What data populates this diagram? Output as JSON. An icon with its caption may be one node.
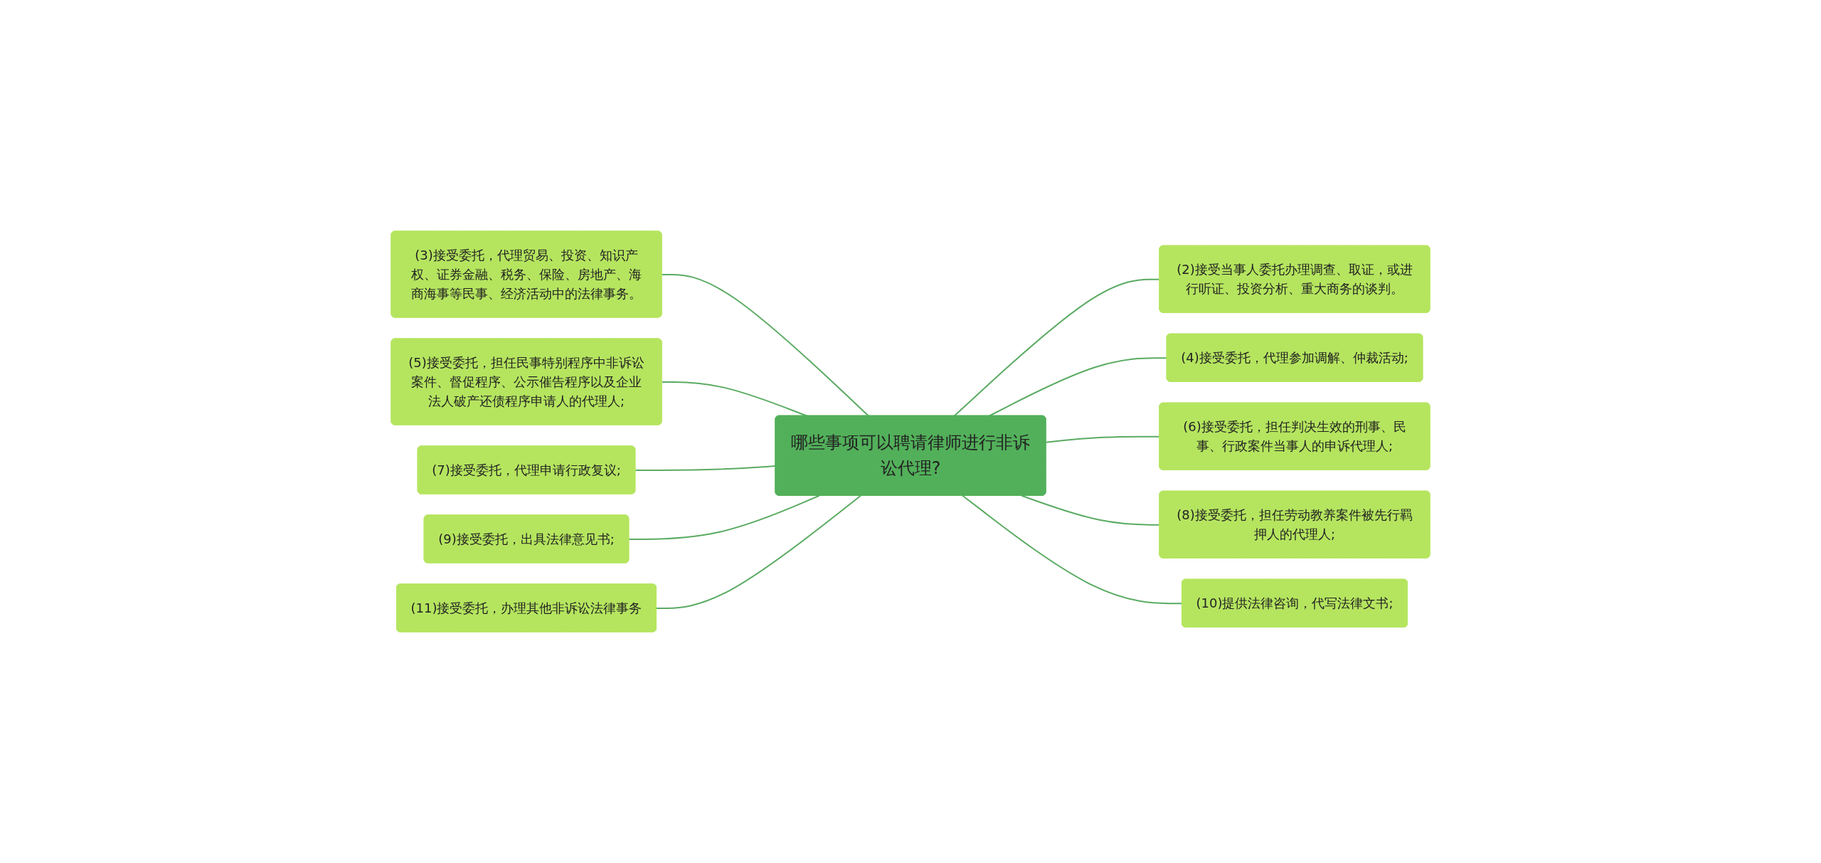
{
  "diagram": {
    "nodes": [
      {
        "text": [
          "哪些事项可以聘请律师进行非诉讼代理?"
        ]
      },
      {
        "text": [
          "(2)接受当事人委托办理调查、取证，或进行听证、投资分析、重大商务的谈判。"
        ]
      },
      {
        "text": [
          "(3)接受委托，代理贸易、投资、知识产权、证券金融、税务、保险、房地产、海商海事等民事、经济活动中的法律事务。"
        ]
      },
      {
        "text": [
          "(4)接受委托，代理参加调解、仲裁活动;"
        ]
      },
      {
        "text": [
          "(5)接受委托，担任民事特别程序中非诉讼案件、督促程序、公示催告程序以及企业法人破产还债程序申请人的代理人;"
        ]
      },
      {
        "text": [
          "(6)接受委托，担任判决生效的刑事、民事、行政案件当事人的申诉代理人;"
        ]
      },
      {
        "text": [
          "(7)接受委托，代理申请行政复议;"
        ]
      },
      {
        "text": [
          "(8)接受委托，担任劳动教养案件被先行羁押人的代理人;"
        ]
      },
      {
        "text": [
          "(9)接受委托，出具法律意见书;"
        ]
      },
      {
        "text": [
          "(10)提供法律咨询，代写法律文书;"
        ]
      },
      {
        "text": [
          "(11)接受委托，办理其他非诉讼法律事务"
        ]
      }
    ],
    "edges": [
      {
        "from": 0,
        "to": 1,
        "arrow": "none"
      },
      {
        "from": 0,
        "to": 2,
        "arrow": "none"
      },
      {
        "from": 0,
        "to": 3,
        "arrow": "none"
      },
      {
        "from": 0,
        "to": 4,
        "arrow": "none"
      },
      {
        "from": 0,
        "to": 5,
        "arrow": "none"
      },
      {
        "from": 0,
        "to": 6,
        "arrow": "none"
      },
      {
        "from": 0,
        "to": 7,
        "arrow": "none"
      },
      {
        "from": 0,
        "to": 8,
        "arrow": "none"
      },
      {
        "from": 0,
        "to": 9,
        "arrow": "none"
      },
      {
        "from": 0,
        "to": 10,
        "arrow": "none"
      }
    ]
  }
}
